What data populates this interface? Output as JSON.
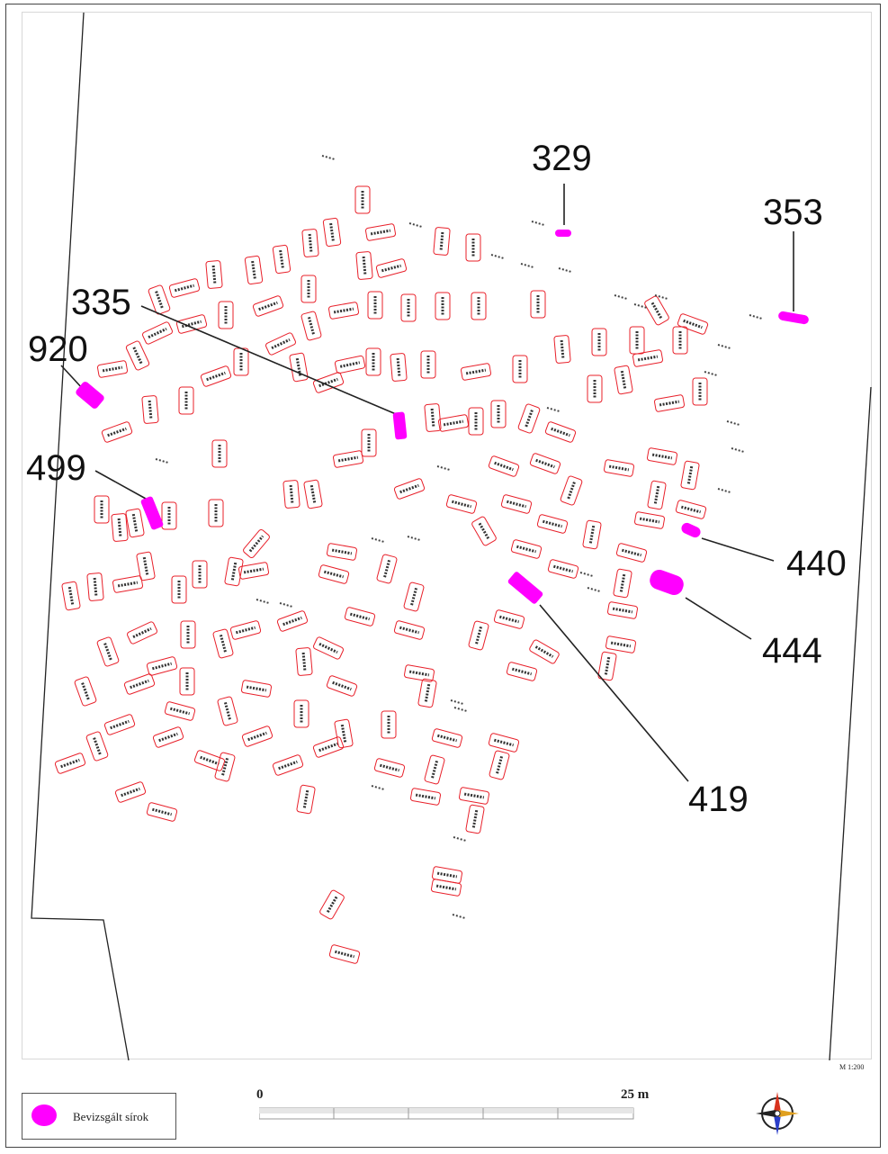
{
  "map": {
    "grave_numbers": [
      "329",
      "353",
      "335",
      "920",
      "499",
      "440",
      "444",
      "419"
    ],
    "highlight_color": "#ff00ff",
    "grave_outline_color": "#e8202a"
  },
  "legend": {
    "label": "Bevizsgált sírok"
  },
  "scale": {
    "note": "M 1:200",
    "start": "0",
    "end": "25 m"
  },
  "icons": {
    "north_arrow": "compass-rose-icon"
  }
}
